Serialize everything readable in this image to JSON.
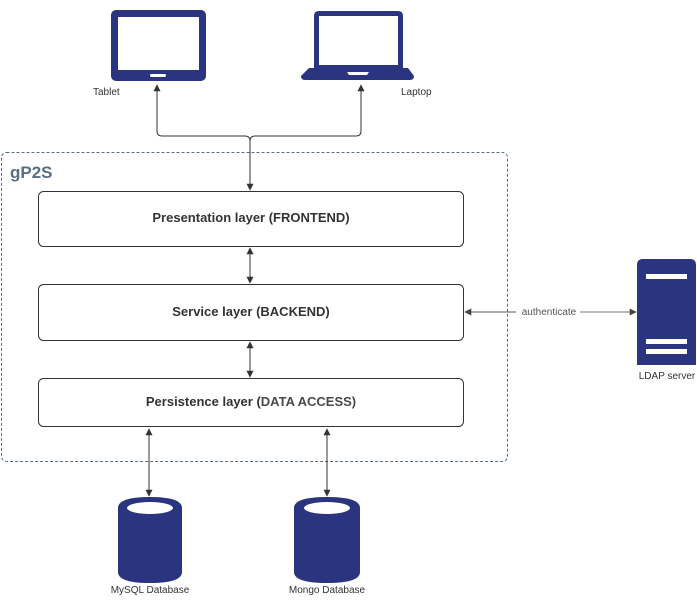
{
  "diagram": {
    "container": {
      "title": "gP2S"
    },
    "layers": [
      {
        "id": "presentation",
        "label_main": "Presentation layer (FRONTEND)",
        "label_suffix": ""
      },
      {
        "id": "service",
        "label_main": "Service layer (BACKEND)",
        "label_suffix": ""
      },
      {
        "id": "persistence",
        "label_main": "Persistence layer (",
        "label_suffix": "DATA ACCESS)"
      }
    ],
    "clients": [
      {
        "id": "tablet",
        "label": "Tablet",
        "icon": "tablet-icon"
      },
      {
        "id": "laptop",
        "label": "Laptop",
        "icon": "laptop-icon"
      }
    ],
    "databases": [
      {
        "id": "mysql",
        "label": "MySQL Database",
        "icon": "database-icon"
      },
      {
        "id": "mongo",
        "label": "Mongo Database",
        "icon": "database-icon"
      }
    ],
    "external": [
      {
        "id": "ldap",
        "label": "LDAP server",
        "icon": "server-icon"
      }
    ],
    "edges": [
      {
        "from": "tablet",
        "to": "presentation",
        "label": ""
      },
      {
        "from": "laptop",
        "to": "presentation",
        "label": ""
      },
      {
        "from": "presentation",
        "to": "service",
        "label": ""
      },
      {
        "from": "service",
        "to": "persistence",
        "label": ""
      },
      {
        "from": "service",
        "to": "ldap",
        "label": "authenticate"
      },
      {
        "from": "persistence",
        "to": "mysql",
        "label": ""
      },
      {
        "from": "persistence",
        "to": "mongo",
        "label": ""
      }
    ],
    "colors": {
      "icon": "#2a347f",
      "line": "#333333",
      "container_border": "#5a6d85",
      "title": "#5a6d85"
    }
  }
}
